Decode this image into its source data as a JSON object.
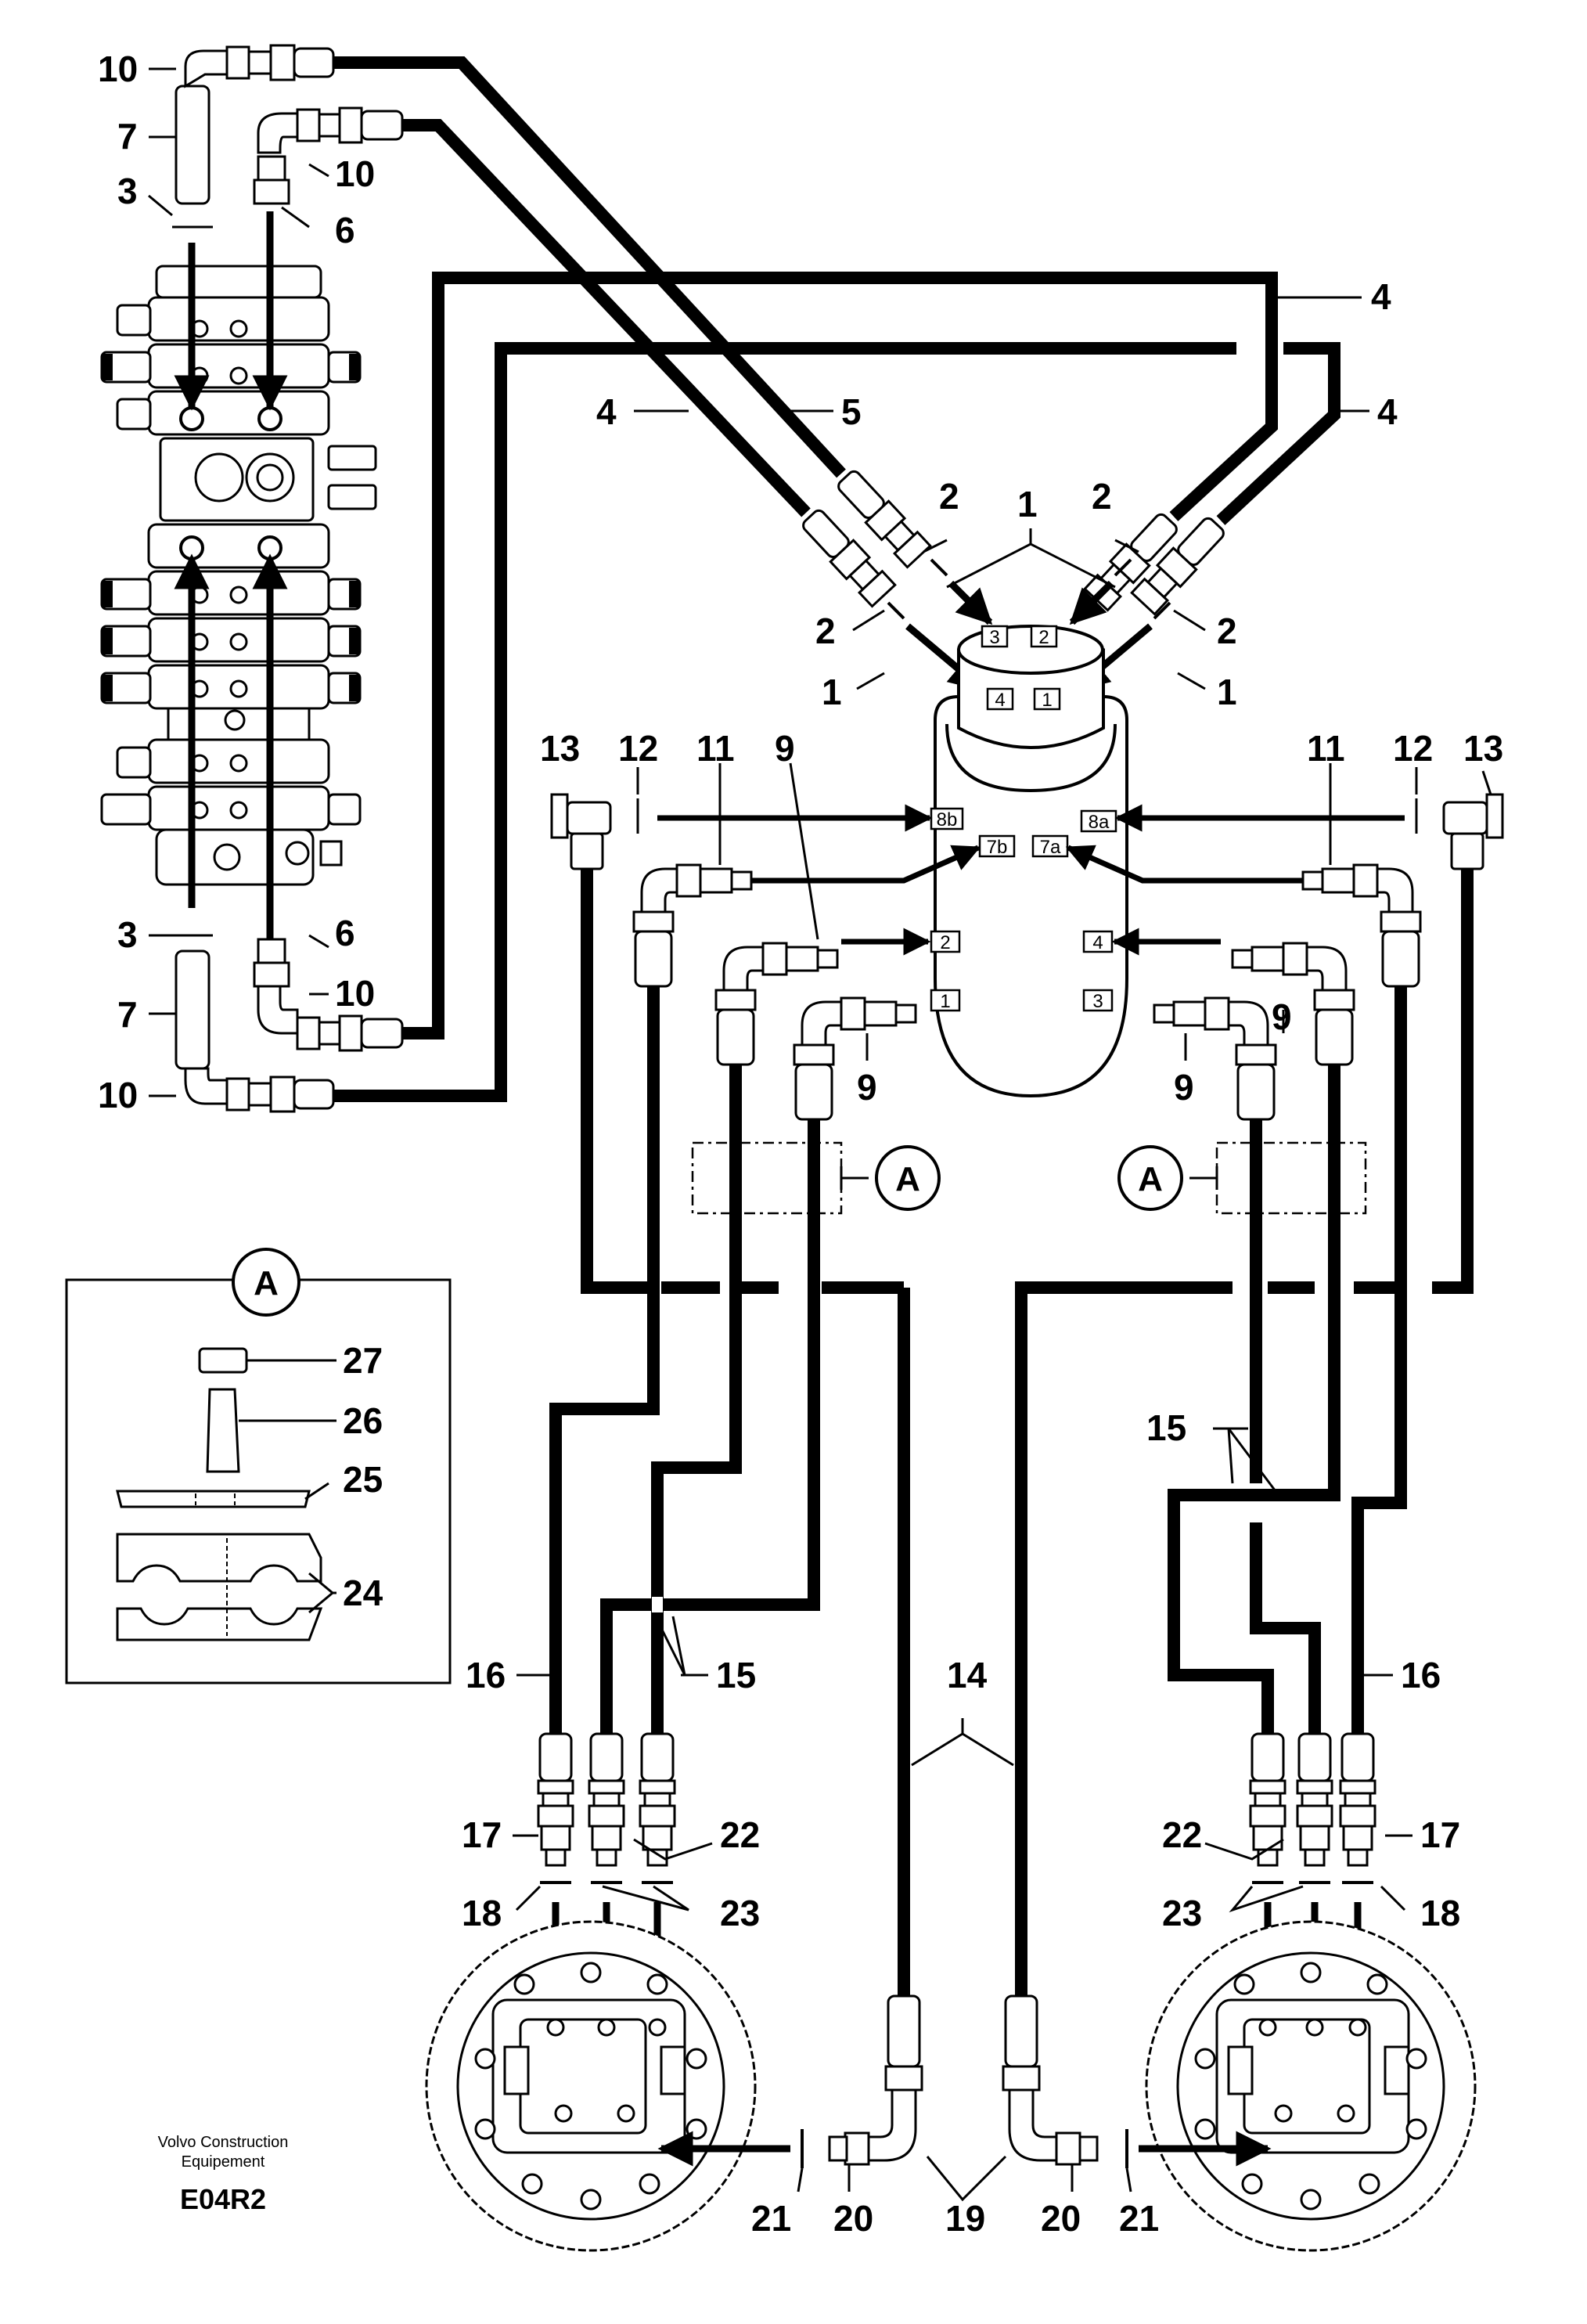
{
  "callouts": {
    "l_10a": "10",
    "l_7a": "7",
    "l_3a": "3",
    "l_10b": "10",
    "l_6a": "6",
    "l_4t": "4",
    "l_4l": "4",
    "l_5": "5",
    "l_4r": "4",
    "l_1t": "1",
    "l_2a": "2",
    "l_2b": "2",
    "l_2c": "2",
    "l_2d": "2",
    "l_1l": "1",
    "l_1r": "1",
    "l_13l": "13",
    "l_12l": "12",
    "l_11l": "11",
    "l_9t": "9",
    "l_11r": "11",
    "l_12r": "12",
    "l_13r": "13",
    "l_3b": "3",
    "l_6b": "6",
    "l_7b": "7",
    "l_10c": "10",
    "l_10d": "10",
    "l_9l": "9",
    "l_9r1": "9",
    "l_9r2": "9",
    "l_27": "27",
    "l_26": "26",
    "l_25": "25",
    "l_24": "24",
    "l_15r": "15",
    "l_16l": "16",
    "l_15l": "15",
    "l_14": "14",
    "l_16r": "16",
    "l_17l": "17",
    "l_22l": "22",
    "l_18l": "18",
    "l_23l": "23",
    "l_22r": "22",
    "l_17r": "17",
    "l_23r": "23",
    "l_18r": "18",
    "l_21l": "21",
    "l_20l": "20",
    "l_19": "19",
    "l_20r": "20",
    "l_21r": "21"
  },
  "swivel_ports": {
    "p3": "3",
    "p2t": "2",
    "p4t": "4",
    "p1t": "1",
    "p8b": "8b",
    "p8a": "8a",
    "p7b": "7b",
    "p7a": "7a",
    "p2": "2",
    "p4": "4",
    "p1": "1",
    "p3b": "3"
  },
  "detail": {
    "label_a": "A",
    "label_a_l": "A",
    "label_a_r": "A"
  },
  "footer": {
    "maker_line1": "Volvo Construction",
    "maker_line2": "Equipement",
    "code": "E04R2"
  }
}
